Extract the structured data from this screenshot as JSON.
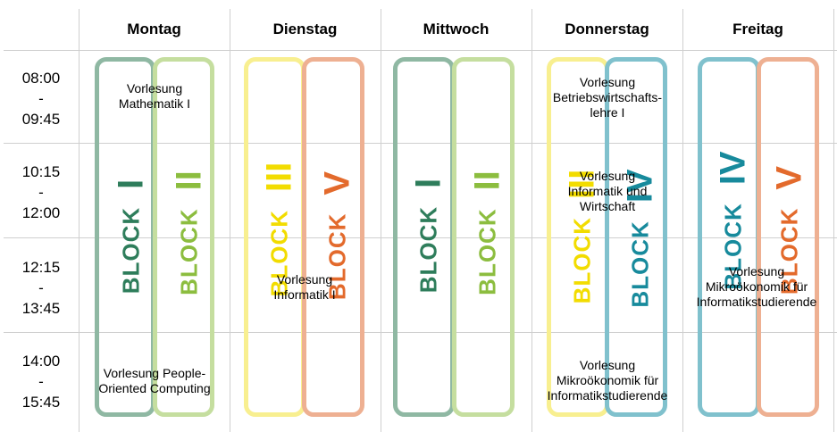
{
  "days": [
    "Montag",
    "Dienstag",
    "Mittwoch",
    "Donnerstag",
    "Freitag"
  ],
  "times": [
    {
      "start": "08:00",
      "sep": "-",
      "end": "09:45"
    },
    {
      "start": "10:15",
      "sep": "-",
      "end": "12:00"
    },
    {
      "start": "12:15",
      "sep": "-",
      "end": "13:45"
    },
    {
      "start": "14:00",
      "sep": "-",
      "end": "15:45"
    }
  ],
  "colors": {
    "block_i": {
      "text": "#2e7d5b",
      "border": "#8fb8a3"
    },
    "block_ii": {
      "text": "#8cbd3f",
      "border": "#c5de9f"
    },
    "block_iii": {
      "text": "#f2dc00",
      "border": "#f8ef90"
    },
    "block_iv": {
      "text": "#178a9c",
      "border": "#80c1cd"
    },
    "block_v": {
      "text": "#e36a2c",
      "border": "#eeb092"
    },
    "grid": "#cfcfcf"
  },
  "blocks": [
    {
      "word": "BLOCK",
      "num": "I"
    },
    {
      "word": "BLOCK",
      "num": "II"
    },
    {
      "word": "BLOCK",
      "num": "III"
    },
    {
      "word": "BLOCK",
      "num": "V"
    },
    {
      "word": "BLOCK",
      "num": "I"
    },
    {
      "word": "BLOCK",
      "num": "II"
    },
    {
      "word": "BLOCK",
      "num": "III"
    },
    {
      "word": "BLOCK",
      "num": "IV"
    },
    {
      "word": "BLOCK",
      "num": "IV"
    },
    {
      "word": "BLOCK",
      "num": "V"
    }
  ],
  "lectures": [
    {
      "line1": "Vorlesung",
      "line2": "Mathematik I",
      "line3": ""
    },
    {
      "line1": "Vorlesung People-",
      "line2": "Oriented Computing",
      "line3": ""
    },
    {
      "line1": "Vorlesung",
      "line2": "Informatik I",
      "line3": ""
    },
    {
      "line1": "Vorlesung",
      "line2": "Betriebswirtschafts-",
      "line3": "lehre I"
    },
    {
      "line1": "Vorlesung",
      "line2": "Informatik und",
      "line3": "Wirtschaft"
    },
    {
      "line1": "Vorlesung",
      "line2": "Mikroökonomik für",
      "line3": "Informatikstudierende"
    },
    {
      "line1": "Vorlesung",
      "line2": "Mikroökonomik für",
      "line3": "Informatikstudierende"
    }
  ]
}
